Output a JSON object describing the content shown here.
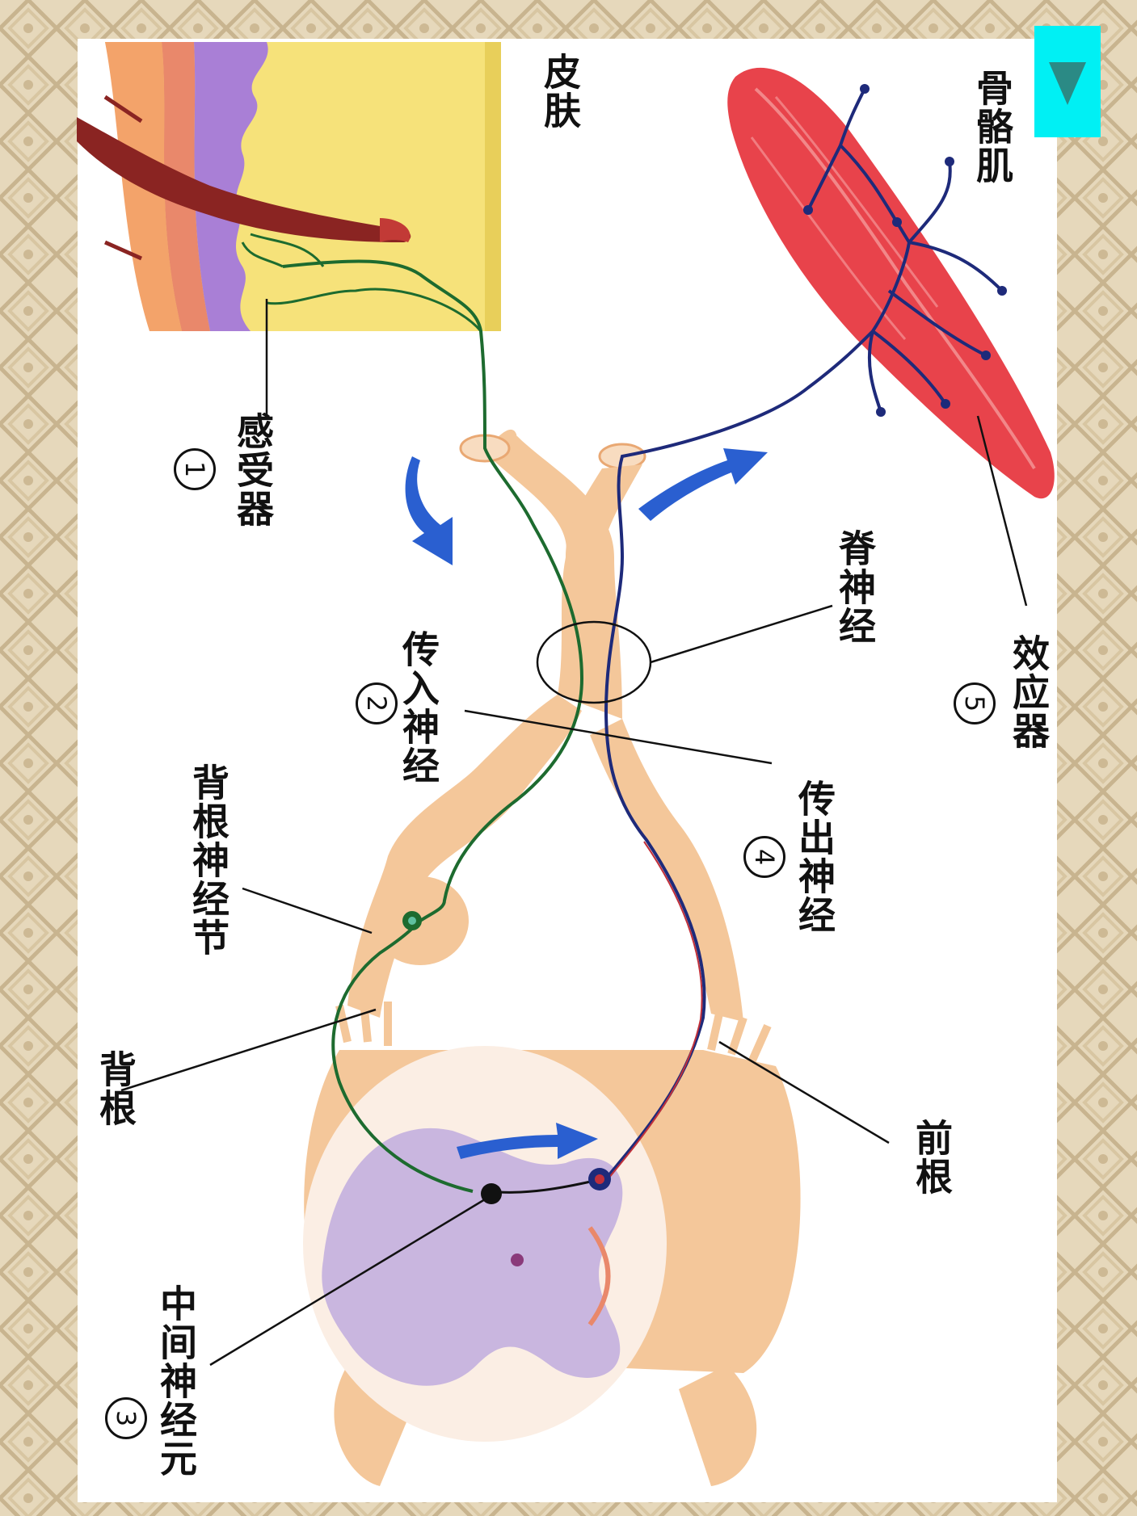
{
  "labels": {
    "skin": "皮肤",
    "skeletal_muscle": "骨骼肌",
    "receptor": "感受器",
    "afferent_nerve": "传入神经",
    "efferent_nerve": "传出神经",
    "spinal_nerve": "脊神经",
    "effector": "效应器",
    "dorsal_root_ganglion": "背根神经节",
    "dorsal_root": "背根",
    "ventral_root": "前根",
    "interneuron": "中间神经元"
  },
  "numbers": {
    "receptor": "1",
    "afferent_nerve": "2",
    "interneuron": "3",
    "efferent_nerve": "4",
    "effector": "5"
  },
  "colors": {
    "skin": "#f6e27a",
    "epidermis_purple": "#a97fd6",
    "nerve_tissue": "#f4c79a",
    "spinal_cord_white": "#fbeee4",
    "gray_matter": "#c9b6df",
    "muscle": "#e8434b",
    "afferent_fiber": "#1d6b2f",
    "efferent_fiber": "#1e2a7a",
    "arrow_blue": "#2a5fd0",
    "nav_button": "#00f0f4"
  },
  "nav_icon": "triangle-down-icon"
}
